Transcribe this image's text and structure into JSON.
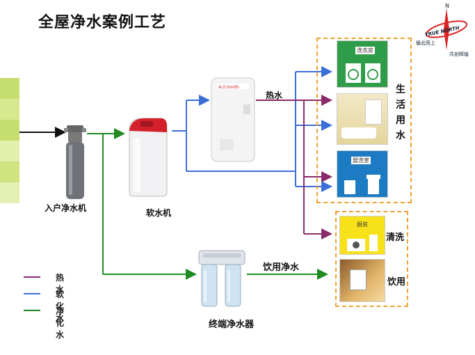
{
  "title": "全屋净水案例工艺",
  "logo": {
    "brand_text": "TRUE NORTH",
    "north_letter": "N",
    "slogan_1": "循北而上",
    "slogan_2": "共创辉煌"
  },
  "devices": {
    "inlet_purifier": "入户净水机",
    "softener": "软水机",
    "terminal_purifier": "终端净水器",
    "heater_brand": "A.O.Smith"
  },
  "flow_labels": {
    "hot_water": "热水",
    "drinking_water": "饮用净水"
  },
  "rooms": {
    "laundry": "洗衣房",
    "bathroom": "盥洗室",
    "kitchen": "厨房"
  },
  "group_labels": {
    "domestic": [
      "生",
      "活",
      "用",
      "水"
    ],
    "washing": "清洗",
    "drinking": "饮用"
  },
  "legend": [
    {
      "label": "热水",
      "color": "#8b2a6b"
    },
    {
      "label": "软化水",
      "color": "#3a6fd8"
    },
    {
      "label": "净化水",
      "color": "#1f8a1f"
    }
  ]
}
